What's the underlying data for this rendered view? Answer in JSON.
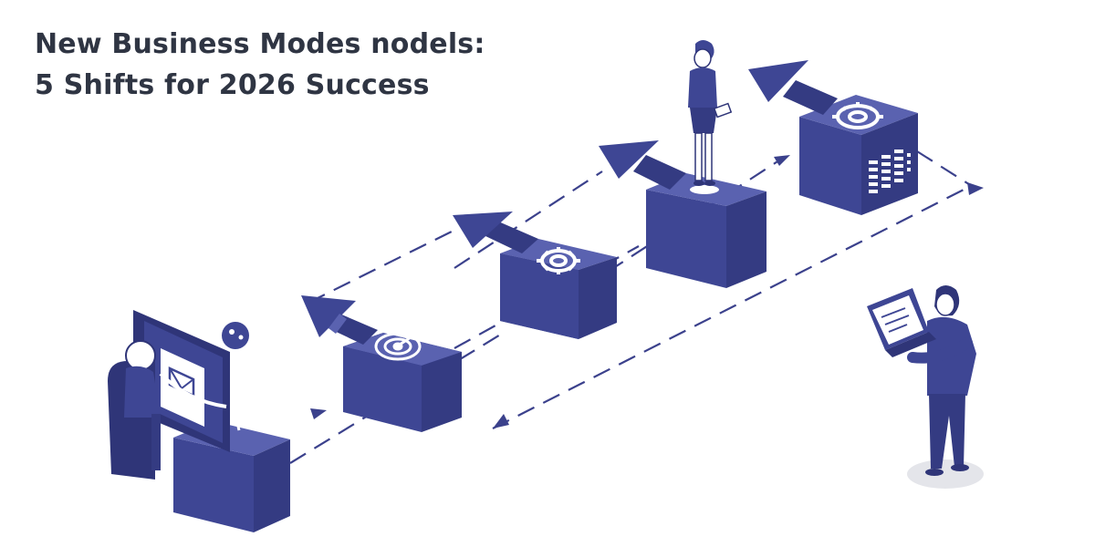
{
  "title": {
    "line1": "New Business Modes nodels:",
    "line2": "5 Shifts for 2026 Success"
  },
  "colors": {
    "front": "#3e4694",
    "right": "#2f3578",
    "top": "#5a62b0",
    "line": "#3b418c",
    "skin": "#ffffff",
    "shadow": "#e4e5ea"
  },
  "steps": [
    {
      "icon": "target-icon"
    },
    {
      "icon": "gear-icon"
    },
    {
      "icon": "person-on-block"
    },
    {
      "icon": "gear-chart-icon"
    }
  ]
}
